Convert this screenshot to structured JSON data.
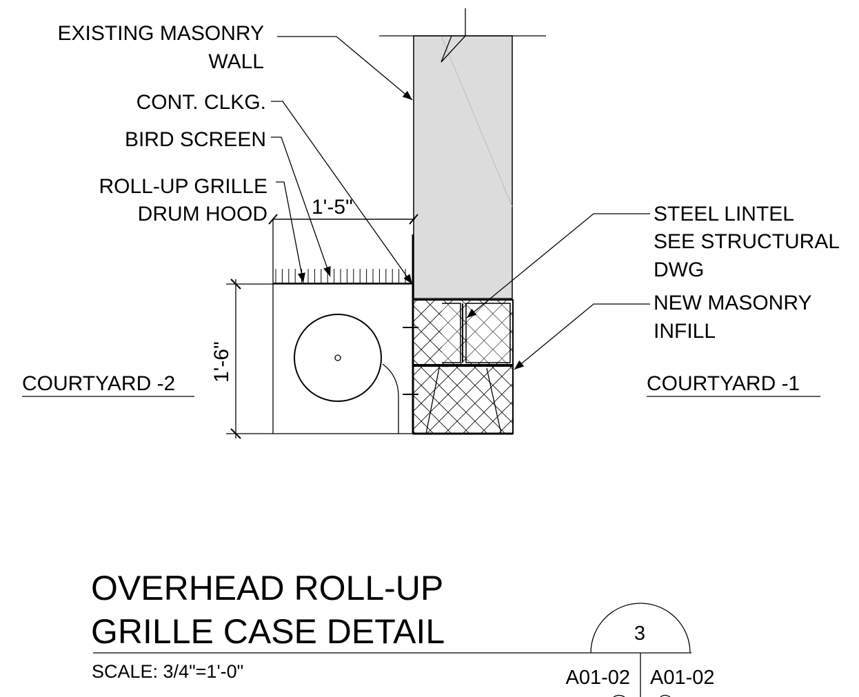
{
  "labels": {
    "existing_masonry_wall": [
      "EXISTING MASONRY",
      "WALL"
    ],
    "cont_clkg": "CONT. CLKG.",
    "bird_screen": "BIRD SCREEN",
    "roll_up_grille_drum_hood": [
      "ROLL-UP GRILLE",
      "DRUM HOOD"
    ],
    "steel_lintel": [
      "STEEL LINTEL",
      "SEE STRUCTURAL",
      "DWG"
    ],
    "new_masonry_infill": [
      "NEW MASONRY",
      "INFILL"
    ],
    "courtyard_left": "COURTYARD -2",
    "courtyard_right": "COURTYARD -1"
  },
  "dimensions": {
    "width": "1'-5\"",
    "height": "1'-6\""
  },
  "title": {
    "line1": "OVERHEAD ROLL-UP",
    "line2": "GRILLE CASE DETAIL",
    "scale": "SCALE: 3/4\"=1'-0\""
  },
  "detail_ref": {
    "number": "3",
    "sheet_left": "A01-02",
    "sheet_right": "A01-02"
  },
  "colors": {
    "wall_fill": "#dcdcdc",
    "line": "#000000",
    "background": "#ffffff"
  }
}
